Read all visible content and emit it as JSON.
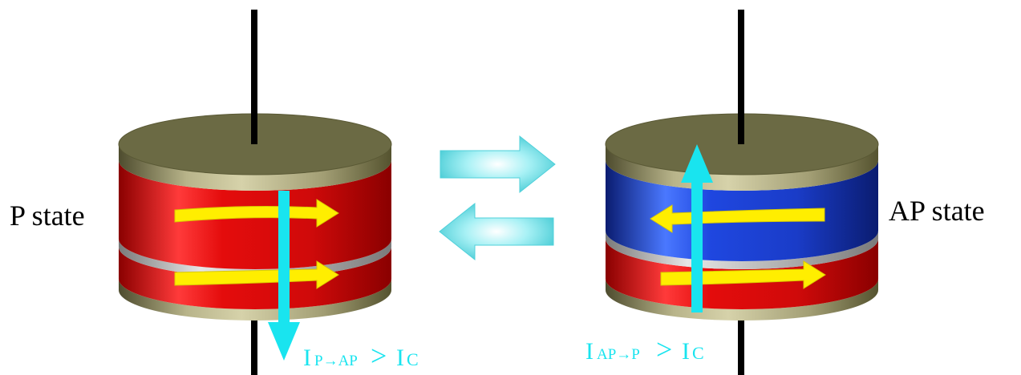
{
  "left_device": {
    "label": "P state",
    "current_label": {
      "prefix": "I",
      "subscript": "P→AP",
      "relation": ">",
      "rhs": "I",
      "rhs_subscript": "C"
    },
    "current_direction": "down",
    "layers": [
      {
        "name": "free-layer",
        "color": "#e01010",
        "magnetization": "right"
      },
      {
        "name": "pinned-layer",
        "color": "#e01010",
        "magnetization": "right"
      }
    ]
  },
  "right_device": {
    "label": "AP state",
    "current_label": {
      "prefix": "I",
      "subscript": "AP→P",
      "relation": ">",
      "rhs": "I",
      "rhs_subscript": "C"
    },
    "current_direction": "up",
    "layers": [
      {
        "name": "free-layer",
        "color": "#1a3fd0",
        "magnetization": "left"
      },
      {
        "name": "pinned-layer",
        "color": "#e01010",
        "magnetization": "right"
      }
    ]
  },
  "switch_arrows": [
    "right",
    "left"
  ],
  "colors": {
    "cap": "#6b6a44",
    "rim": "#a8a47a",
    "current_arrow": "#19e4ef",
    "magnet_arrow": "#ffee00",
    "spacer": "#c8c8c8",
    "lead": "#000000"
  }
}
